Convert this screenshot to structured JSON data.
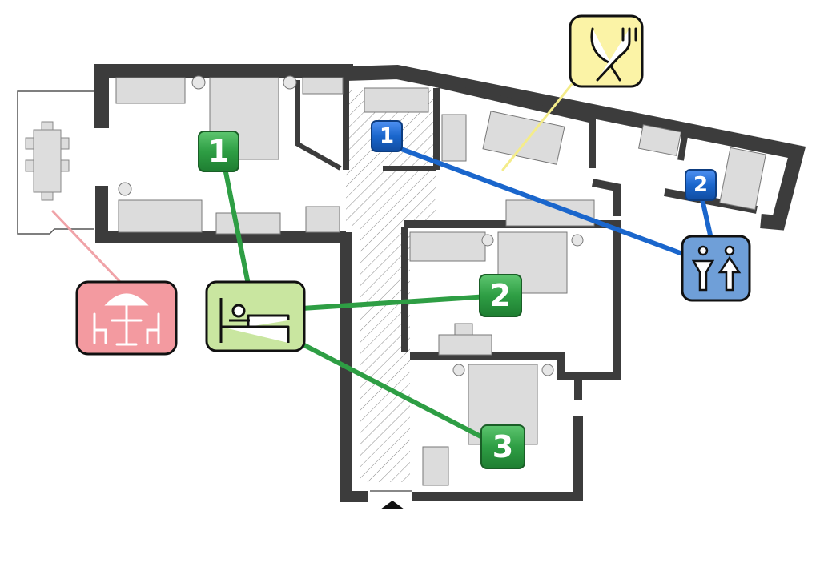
{
  "colors": {
    "wall": "#3c3c3c",
    "furniture": "#dcdcdc",
    "bedroom": "#2e9e44",
    "bathroom": "#1a66cc",
    "bathroom_icon_bg": "#6f9fd8",
    "kitchen_line": "#f4ec8a",
    "kitchen_icon_bg": "#fbf3a6",
    "terrace_line": "#f0a3a8",
    "terrace_icon_bg": "#f39aa0",
    "bedroom_icon_bg": "#c9e6a0"
  },
  "icons": {
    "kitchen": "fork-knife-icon",
    "bathroom": "restroom-icon",
    "bedroom": "bed-icon",
    "terrace": "outdoor-table-umbrella-icon",
    "entrance": "entrance-arrow-icon"
  },
  "bedrooms": [
    {
      "label": "1"
    },
    {
      "label": "2"
    },
    {
      "label": "3"
    }
  ],
  "bathrooms": [
    {
      "label": "1"
    },
    {
      "label": "2"
    }
  ]
}
